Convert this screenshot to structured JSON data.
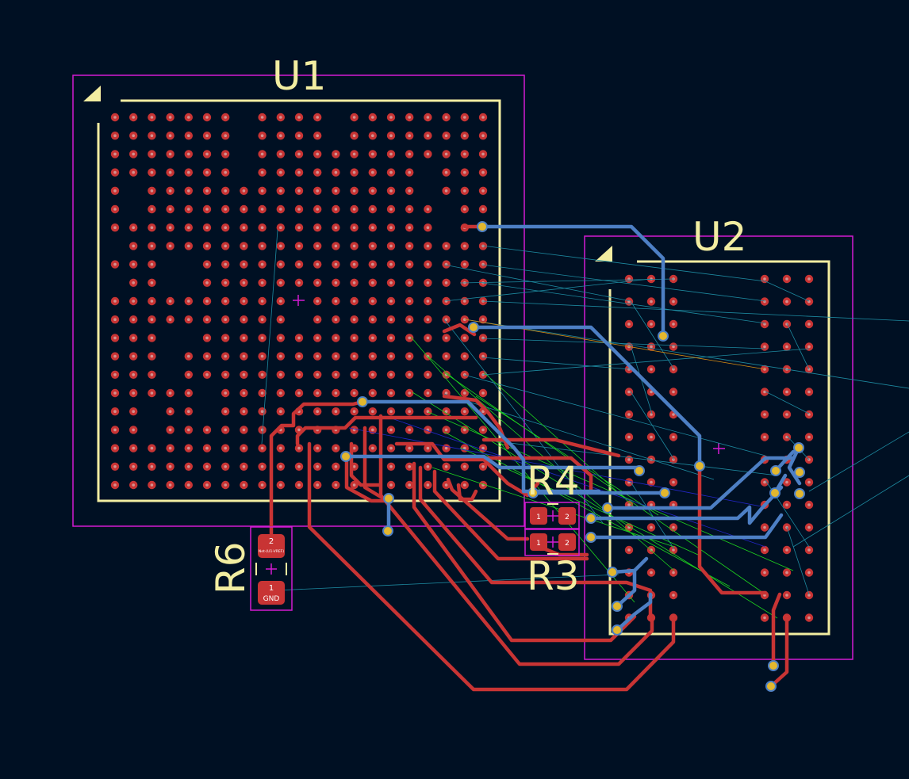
{
  "view": "pcb-editor-canvas",
  "colors": {
    "background": "#001023",
    "courtyard": "#d21ad2",
    "silkscreen": "#f2eda1",
    "pad": "#c83434",
    "pad_hole": "#d29292",
    "track_front": "#c83434",
    "track_back": "#4d7fc4",
    "via_ring": "#e3b72e",
    "ratsnest": "#1d8aa0",
    "ratsnest_green": "#1ed41e"
  },
  "footprints": {
    "u1": {
      "reference": "U1"
    },
    "u2": {
      "reference": "U2"
    },
    "r3": {
      "reference": "R3",
      "pad1_label": "1",
      "pad2_label": "2"
    },
    "r4": {
      "reference": "R4",
      "pad1_label": "1",
      "pad2_label": "2"
    },
    "r6": {
      "reference": "R6",
      "pad1_label": "1",
      "pad1_net": "GND",
      "pad2_label": "2",
      "pad2_net": "Net-(U1-VREF)"
    }
  }
}
